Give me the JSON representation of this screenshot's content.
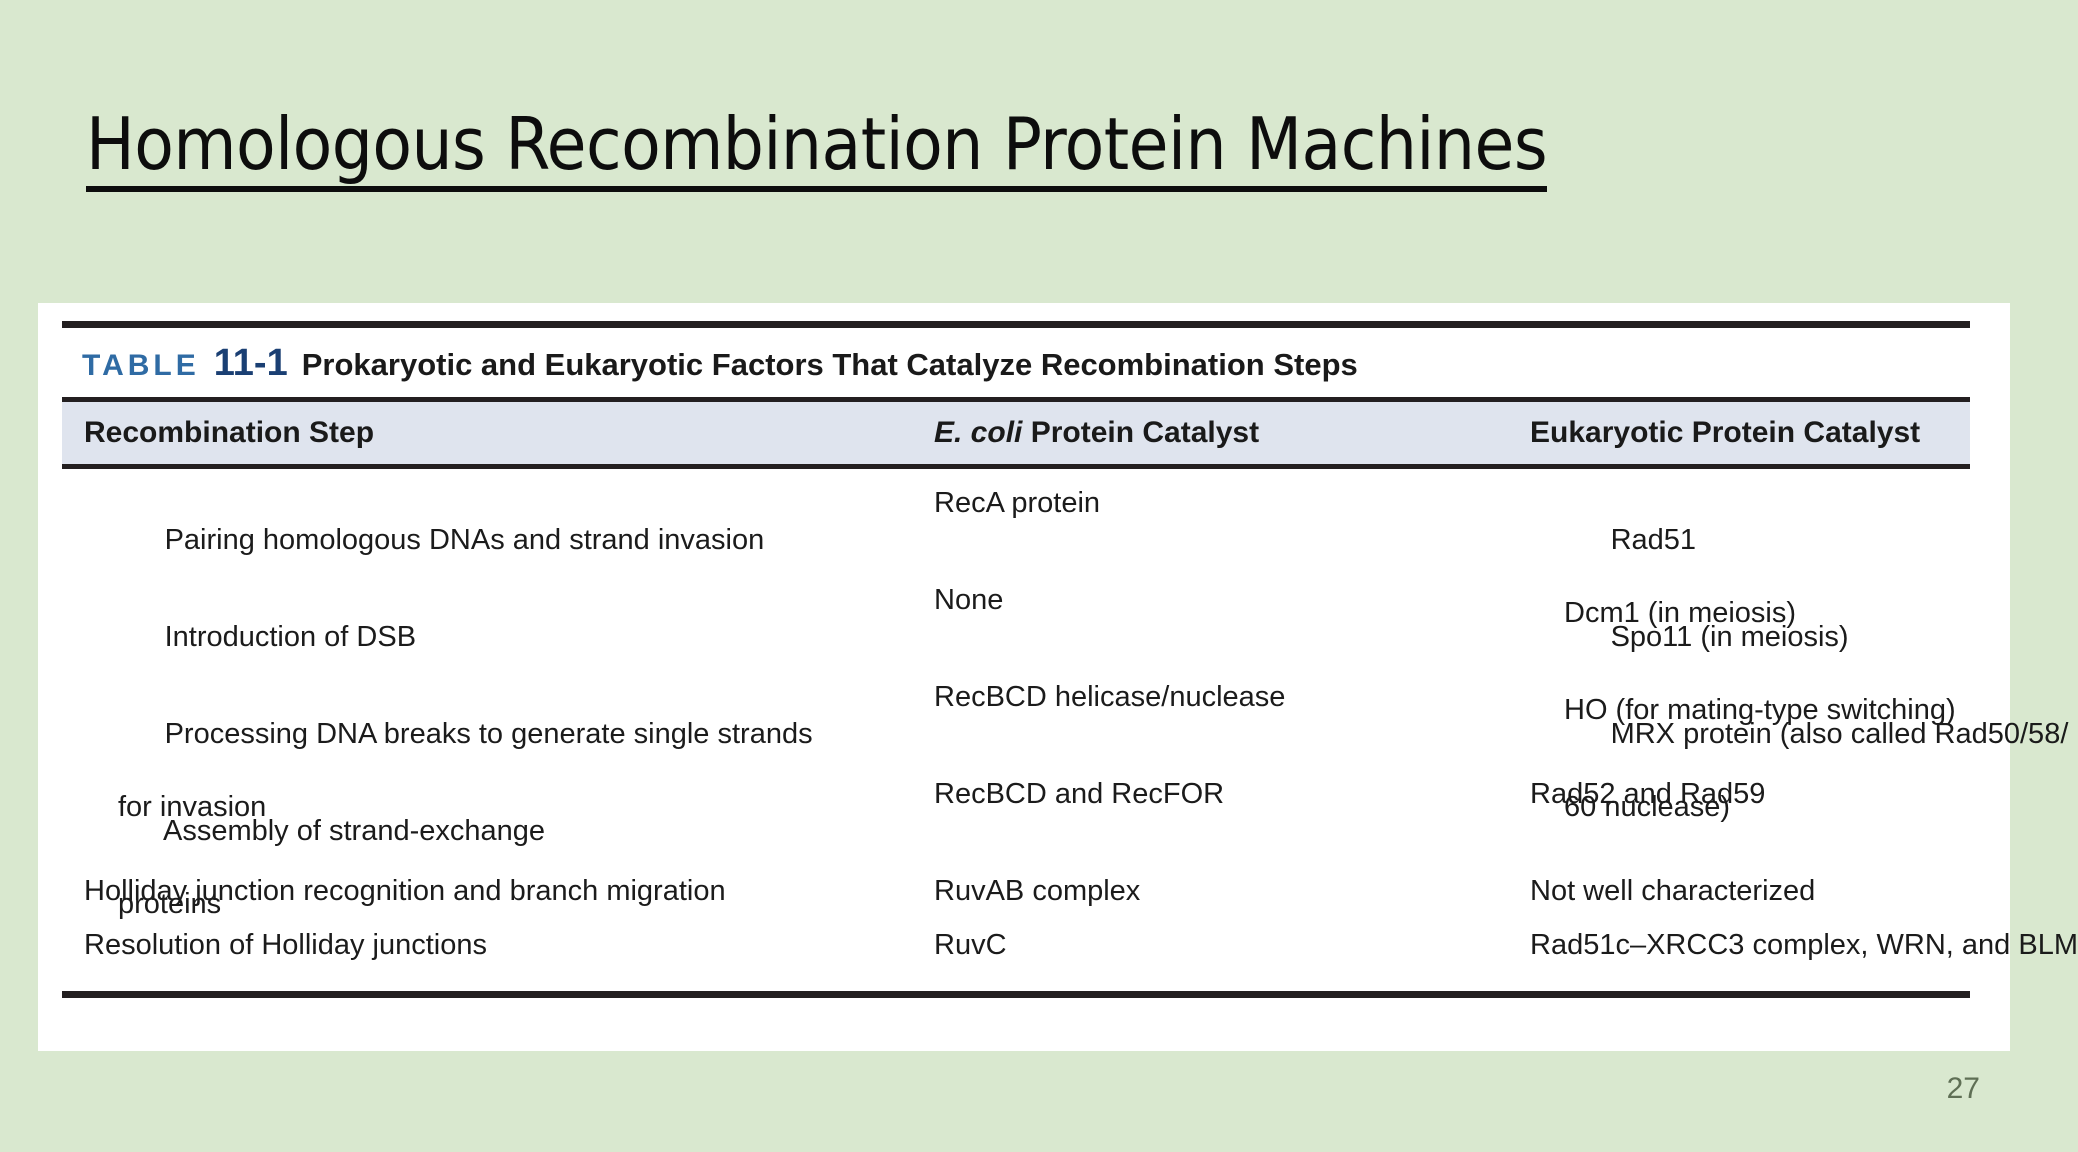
{
  "slide": {
    "title": "Homologous Recombination Protein Machines",
    "page_number": "27",
    "background_color": "#d9e8cf",
    "panel_color": "#ffffff",
    "header_band_color": "#dfe4ee",
    "rule_color": "#231f20",
    "page_number_color": "#5f6f55"
  },
  "table": {
    "caption": {
      "label": "TABLE",
      "number": "11-1",
      "text": "Prokaryotic and Eukaryotic Factors That Catalyze Recombination Steps",
      "label_color": "#2f6ba4",
      "number_color": "#1a3f73"
    },
    "columns": [
      {
        "id": "step",
        "header": "Recombination Step"
      },
      {
        "id": "ecoli",
        "header_italic": "E. coli",
        "header_rest": " Protein Catalyst"
      },
      {
        "id": "euk",
        "header": "Eukaryotic Protein Catalyst"
      }
    ],
    "rows": [
      {
        "step": "Pairing homologous DNAs and strand invasion",
        "step_cont": "",
        "ecoli": "RecA protein",
        "euk": "Rad51",
        "euk_cont": "Dcm1 (in meiosis)"
      },
      {
        "step": "Introduction of DSB",
        "step_cont": "",
        "ecoli": "None",
        "euk": "Spo11 (in meiosis)",
        "euk_cont": "HO (for mating-type switching)"
      },
      {
        "step": "Processing DNA breaks to generate single strands",
        "step_cont": "for invasion",
        "ecoli": "RecBCD helicase/nuclease",
        "euk": "MRX protein (also called Rad50/58/",
        "euk_cont": "60 nuclease)"
      },
      {
        "step": "Assembly of strand-exchange",
        "step_cont": "proteins",
        "ecoli": "RecBCD and RecFOR",
        "euk": "Rad52 and Rad59",
        "euk_cont": ""
      },
      {
        "step": "Holliday junction recognition and branch migration",
        "step_cont": "",
        "ecoli": "RuvAB complex",
        "euk": "Not well characterized",
        "euk_cont": ""
      },
      {
        "step": "Resolution of Holliday junctions",
        "step_cont": "",
        "ecoli": "RuvC",
        "euk": "Rad51c–XRCC3 complex, WRN, and BLM",
        "euk_cont": ""
      }
    ]
  }
}
